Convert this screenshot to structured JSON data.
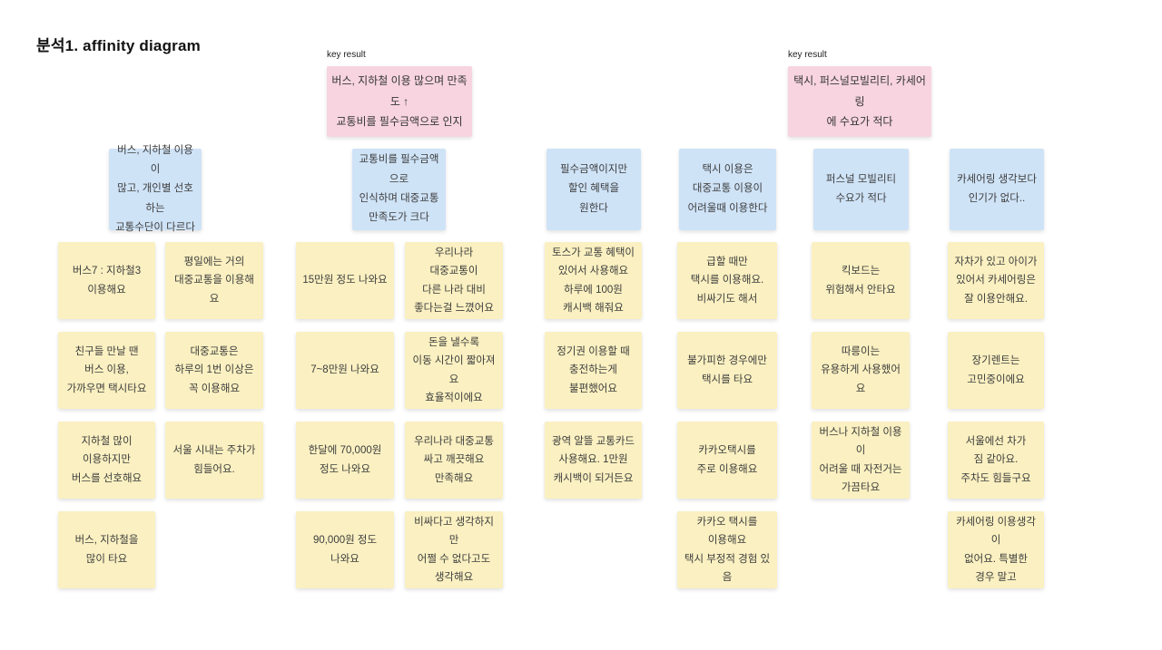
{
  "page": {
    "title": "분석1. affinity diagram"
  },
  "key_results": [
    {
      "label": "key result",
      "text": "버스, 지하철 이용 많으며 만족도 ↑\n교통비를 필수금액으로 인지"
    },
    {
      "label": "key result",
      "text": "택시, 퍼스널모빌리티, 카세어링\n에 수요가 적다"
    }
  ],
  "headers": [
    "버스, 지하철 이용이\n많고, 개인별 선호하는\n교통수단이 다르다",
    "교통비를 필수금액으로\n인식하며 대중교통\n만족도가 크다",
    "필수금액이지만\n할인 혜택을\n원한다",
    "택시 이용은\n대중교통 이용이\n어려울때 이용한다",
    "퍼스널 모빌리티\n수요가 적다",
    "카세어링 생각보다\n인기가 없다.."
  ],
  "columns": [
    [
      "버스7 : 지하철3\n이용해요",
      "친구들 만날 땐\n버스 이용,\n가까우면 택시타요",
      "지하철 많이\n이용하지만\n버스를 선호해요",
      "버스, 지하철을\n많이 타요"
    ],
    [
      "평일에는 거의\n대중교통을 이용해요",
      "대중교통은\n하루의 1번 이상은\n꼭 이용해요",
      "서울 시내는 주차가\n힘들어요."
    ],
    [
      "15만원 정도 나와요",
      "7~8만원 나와요",
      "한달에 70,000원\n정도 나와요",
      "90,000원 정도\n나와요"
    ],
    [
      "우리나라\n대중교통이\n다른 나라 대비\n좋다는걸 느꼈어요",
      "돈을 낼수록\n이동 시간이 짧아져요\n효율적이에요",
      "우리나라 대중교통\n싸고 깨끗해요\n만족해요",
      "비싸다고 생각하지만\n어쩔 수 없다고도\n생각해요"
    ],
    [
      "토스가 교통 혜택이\n있어서 사용해요\n하루에 100원\n캐시백 해줘요",
      "정기권 이용할 때\n충전하는게\n불편했어요",
      "광역 알뜰 교통카드\n사용해요. 1만원\n캐시백이 되거든요"
    ],
    [
      "급할 때만\n택시를 이용해요.\n비싸기도 해서",
      "불가피한 경우에만\n택시를 타요",
      "카카오택시를\n주로 이용해요",
      "카카오 택시를\n이용해요\n택시 부정적 경험 있음"
    ],
    [
      "킥보드는\n위험해서 안타요",
      "따릉이는\n유용하게 사용했어요",
      "버스나 지하철 이용이\n어려울 때 자전거는\n가끔타요"
    ],
    [
      "자차가 있고 아이가\n있어서 카세어링은\n잘 이용안해요.",
      "장기렌트는\n고민중이에요",
      "서울에선 차가\n짐 같아요.\n주차도 힘들구요",
      "카세어링 이용생각이\n없어요. 특별한\n경우 말고"
    ]
  ],
  "colors": {
    "note_yellow": "#faf0c1",
    "note_blue": "#cfe3f7",
    "note_pink": "#f7d4e0",
    "background": "#ffffff"
  }
}
